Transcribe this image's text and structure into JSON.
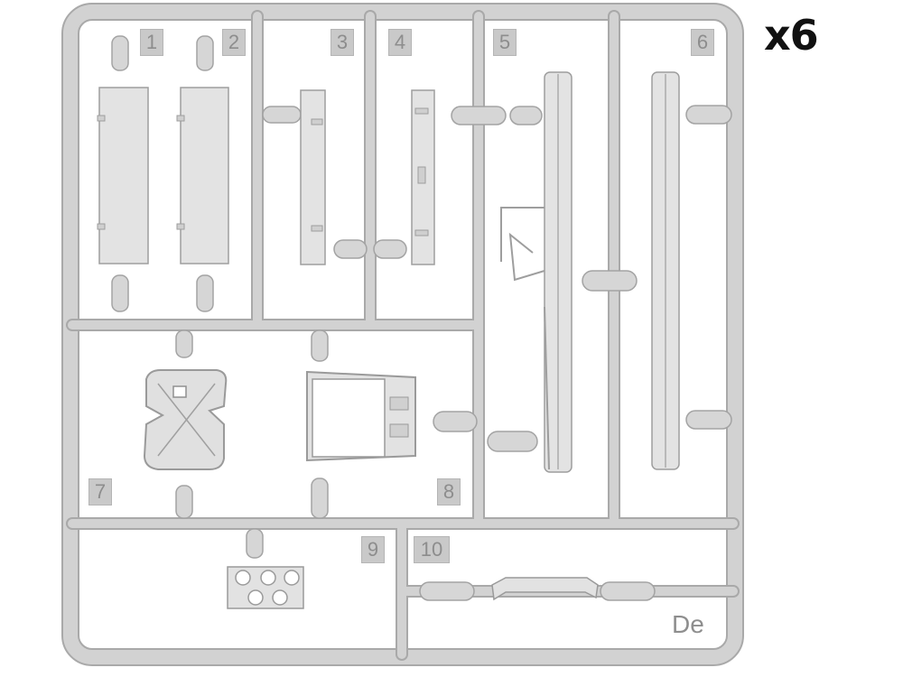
{
  "sheet": {
    "quantity_label": "x6",
    "sprue_code": "De",
    "colors": {
      "plastic": "#cfcfcf",
      "plastic_edge": "#a9a9a9",
      "part_fill": "#e2e2e2",
      "background": "#ffffff"
    }
  },
  "parts": [
    {
      "number": "1"
    },
    {
      "number": "2"
    },
    {
      "number": "3"
    },
    {
      "number": "4"
    },
    {
      "number": "5"
    },
    {
      "number": "6"
    },
    {
      "number": "7"
    },
    {
      "number": "8"
    },
    {
      "number": "9"
    },
    {
      "number": "10"
    }
  ]
}
